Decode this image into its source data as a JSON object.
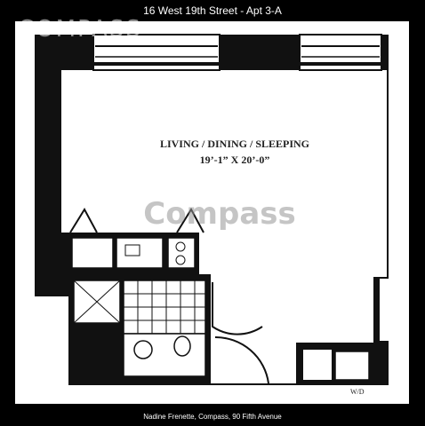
{
  "header": {
    "title": "16 West 19th Street - Apt 3-A"
  },
  "watermark": {
    "top": "COMPASS",
    "center": "Compass"
  },
  "room": {
    "name": "LIVING / DINING / SLEEPING",
    "dimensions": "19’-1” X 20’-0”"
  },
  "appliance": {
    "wd": "W/D"
  },
  "footer": {
    "credit": "Nadine Frenette, Compass, 90 Fifth Avenue"
  },
  "colors": {
    "background": "#000000",
    "paper": "#ffffff",
    "wall": "#111111"
  }
}
